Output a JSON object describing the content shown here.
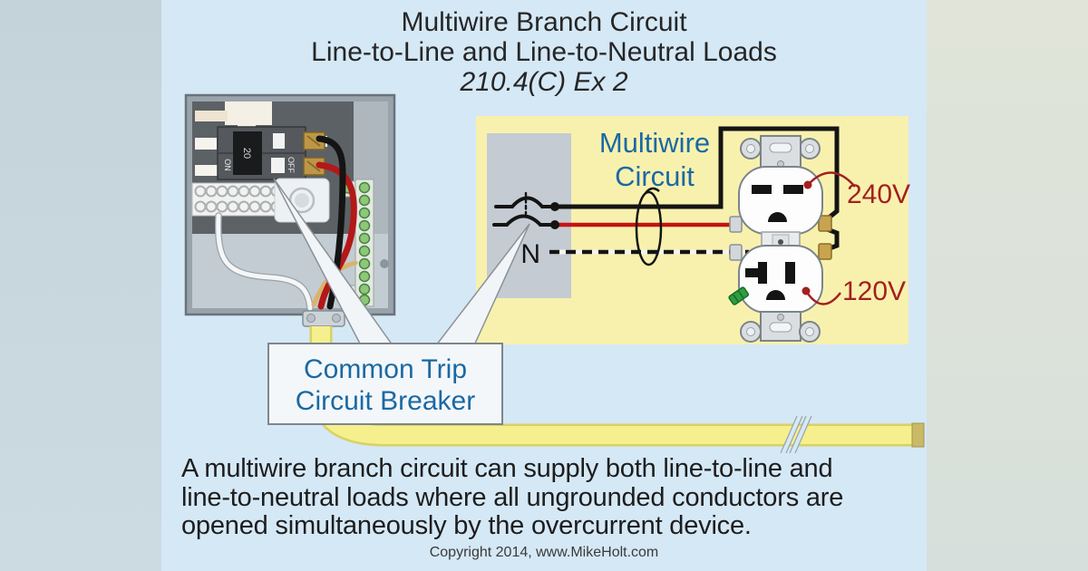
{
  "title": {
    "line1": "Multiwire Branch Circuit",
    "line2": "Line-to-Line and Line-to-Neutral Loads",
    "line3": "210.4(C) Ex 2"
  },
  "panel": {
    "breaker_rating": "20",
    "on_label": "ON",
    "off_label": "OFF"
  },
  "schematic": {
    "label_line1": "Multiwire",
    "label_line2": "Circuit",
    "neutral_label": "N",
    "voltage_top": "240V",
    "voltage_bottom": "120V"
  },
  "callout": {
    "line1": "Common Trip",
    "line2": "Circuit Breaker"
  },
  "caption": {
    "line1": "A multiwire branch circuit can supply both line-to-line and",
    "line2": "line-to-neutral loads where all ungrounded conductors are",
    "line3": "opened simultaneously by the overcurrent device."
  },
  "footer": {
    "copyright": "Copyright 2014, www.MikeHolt.com"
  },
  "colors": {
    "background_blue": "#D5E8F6",
    "left_band": "#C8D5DD",
    "right_band": "#DDE2D8",
    "schematic_yellow": "#F8F1AE",
    "schematic_gray": "#C5CBD3",
    "label_blue": "#1A69A4",
    "voltage_red": "#A32020",
    "wire_black": "#141414",
    "wire_red": "#C41414",
    "cable_yellow": "#F6EF8E",
    "panel_gray": "#99A3AB",
    "breaker_dark": "#55585C",
    "brass": "#C9A44E",
    "ground_green": "#8CC878"
  }
}
